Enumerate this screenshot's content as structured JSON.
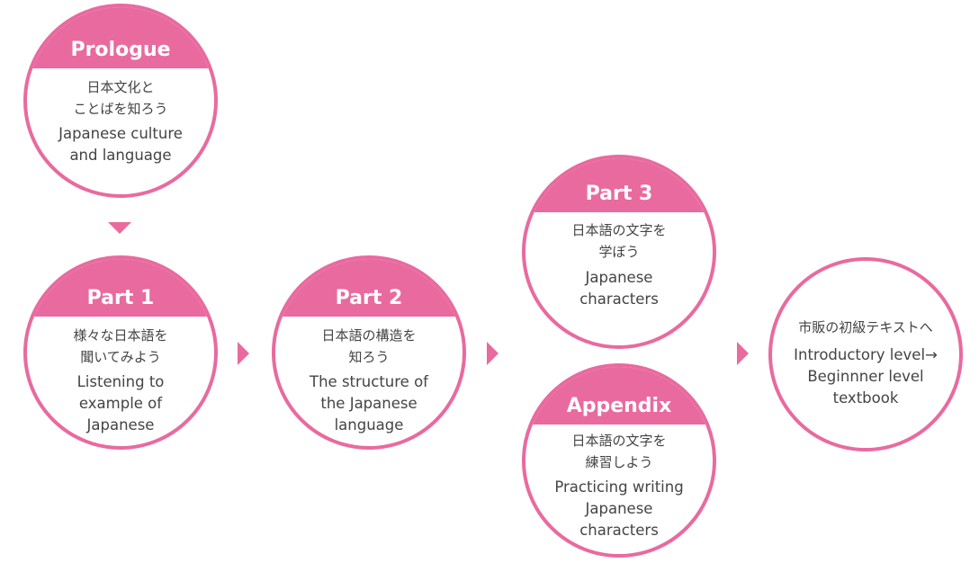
{
  "theme": {
    "accent": "#e96a9f",
    "text": "#444444",
    "background": "#ffffff"
  },
  "steps": {
    "prologue": {
      "title": "Prologue",
      "ja_lines": [
        "日本文化と",
        "ことばを知ろう"
      ],
      "en_lines": [
        "Japanese culture",
        "and language"
      ]
    },
    "part1": {
      "title": "Part 1",
      "ja_lines": [
        "様々な日本語を",
        "聞いてみよう"
      ],
      "en_lines": [
        "Listening to",
        "example of",
        "Japanese"
      ]
    },
    "part2": {
      "title": "Part 2",
      "ja_lines": [
        "日本語の構造を",
        "知ろう"
      ],
      "en_lines": [
        "The structure of",
        "the Japanese",
        "language"
      ]
    },
    "part3": {
      "title": "Part 3",
      "ja_lines": [
        "日本語の文字を",
        "学ぼう"
      ],
      "en_lines": [
        "Japanese",
        "characters"
      ]
    },
    "appendix": {
      "title": "Appendix",
      "ja_lines": [
        "日本語の文字を",
        "練習しよう"
      ],
      "en_lines": [
        "Practicing writing",
        "Japanese",
        "characters"
      ]
    },
    "final": {
      "ja_lines": [
        "市販の初級テキストへ"
      ],
      "en_lines": [
        "Introductory level→",
        "Beginnner level",
        "textbook"
      ]
    }
  },
  "arrows": [
    "arrow-down",
    "arrow-right",
    "arrow-right",
    "arrow-right"
  ]
}
